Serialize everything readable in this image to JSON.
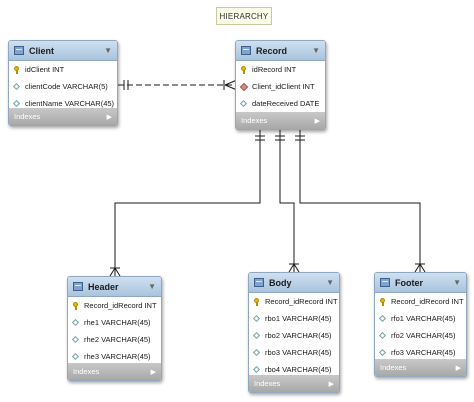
{
  "diagram": {
    "title": "HIERARCHY"
  },
  "tables": {
    "client": {
      "name": "Client",
      "columns": [
        {
          "text": "idClient INT",
          "icon": "primary-key-icon"
        },
        {
          "text": "clientCode VARCHAR(5)",
          "icon": "column-icon"
        },
        {
          "text": "clientName VARCHAR(45)",
          "icon": "column-icon"
        }
      ],
      "footer": "Indexes"
    },
    "record": {
      "name": "Record",
      "columns": [
        {
          "text": "idRecord INT",
          "icon": "primary-key-icon"
        },
        {
          "text": "Client_idClient INT",
          "icon": "foreign-key-icon"
        },
        {
          "text": "dateReceived DATE",
          "icon": "column-icon"
        }
      ],
      "footer": "Indexes"
    },
    "header": {
      "name": "Header",
      "columns": [
        {
          "text": "Record_idRecord INT",
          "icon": "primary-key-icon"
        },
        {
          "text": "rhe1 VARCHAR(45)",
          "icon": "column-icon"
        },
        {
          "text": "rhe2 VARCHAR(45)",
          "icon": "column-icon"
        },
        {
          "text": "rhe3 VARCHAR(45)",
          "icon": "column-icon"
        }
      ],
      "footer": "Indexes"
    },
    "body": {
      "name": "Body",
      "columns": [
        {
          "text": "Record_idRecord INT",
          "icon": "primary-key-icon"
        },
        {
          "text": "rbo1 VARCHAR(45)",
          "icon": "column-icon"
        },
        {
          "text": "rbo2 VARCHAR(45)",
          "icon": "column-icon"
        },
        {
          "text": "rbo3 VARCHAR(45)",
          "icon": "column-icon"
        },
        {
          "text": "rbo4 VARCHAR(45)",
          "icon": "column-icon"
        }
      ],
      "footer": "Indexes"
    },
    "footer": {
      "name": "Footer",
      "columns": [
        {
          "text": "Record_idRecord INT",
          "icon": "primary-key-icon"
        },
        {
          "text": "rfo1 VARCHAR(45)",
          "icon": "column-icon"
        },
        {
          "text": "rfo2 VARCHAR(45)",
          "icon": "column-icon"
        },
        {
          "text": "rfo3 VARCHAR(45)",
          "icon": "column-icon"
        }
      ],
      "footer": "Indexes"
    }
  }
}
